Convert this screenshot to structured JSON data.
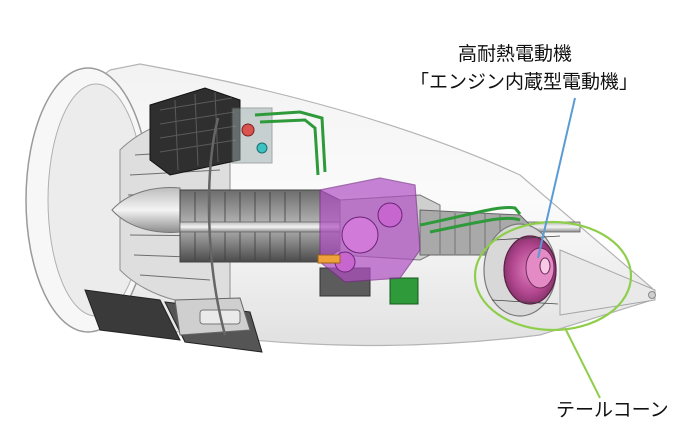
{
  "annotations": {
    "motor_title": "高耐熱電動機",
    "motor_subtitle": "「エンジン内蔵型電動機」",
    "tail_cone": "テールコーン"
  },
  "colors": {
    "motor_pointer": "#5b9bd5",
    "tail_cone_outline": "#8fce4a",
    "motor_body": "#c0509c",
    "gearbox": "#b04fc3",
    "piping": "#2e9a3a",
    "nacelle": "#d6d6d6"
  }
}
